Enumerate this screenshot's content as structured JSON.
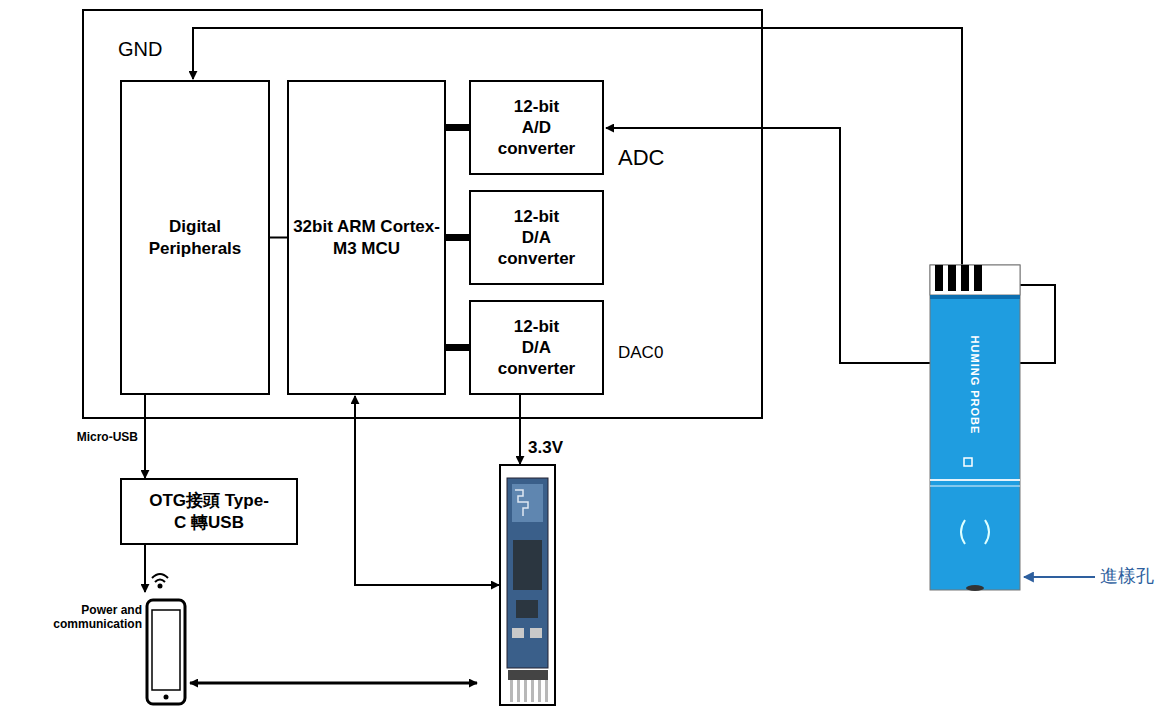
{
  "diagram": {
    "nodes": [
      {
        "text": [
          "Digital Peripherals"
        ]
      },
      {
        "text": [
          "32bit ARM Cortex-M3 MCU"
        ]
      },
      {
        "text": [
          "12-bit A/D converter"
        ]
      },
      {
        "text": [
          "12-bit D/A converter"
        ]
      },
      {
        "text": [
          "12-bit D/A converter"
        ]
      },
      {
        "text": [
          "OTG接頭 Type-C 轉USB"
        ]
      }
    ],
    "edges": [
      {
        "from": 0,
        "to": 1,
        "arrow": "none"
      },
      {
        "from": 1,
        "to": 2,
        "arrow": "none"
      },
      {
        "from": 1,
        "to": 3,
        "arrow": "none"
      },
      {
        "from": 1,
        "to": 4,
        "arrow": "none"
      },
      {
        "from": 0,
        "to": 5,
        "label": "Micro-USB",
        "arrow": "to"
      }
    ],
    "labels": [
      "GND",
      "ADC",
      "DAC0",
      "3.3V",
      "Power and communication",
      "進樣孔",
      "HUMING PROBE"
    ]
  }
}
